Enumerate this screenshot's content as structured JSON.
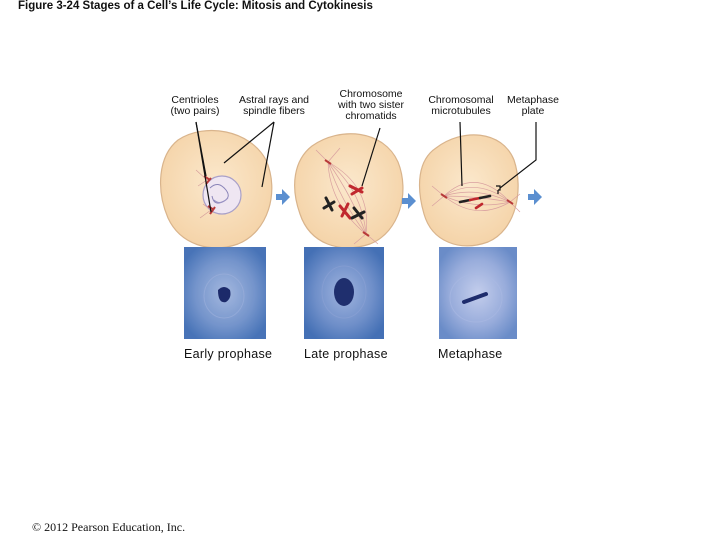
{
  "figure": {
    "title": "Figure 3-24 Stages of a Cell’s Life Cycle: Mitosis and Cytokinesis"
  },
  "labels": {
    "centrioles": "Centrioles\n(two pairs)",
    "astral": "Astral rays and\nspindle fibers",
    "chromosome": "Chromosome\nwith two sister\nchromatids",
    "chromosomal": "Chromosomal\nmicrotubules",
    "metaphase_plate": "Metaphase\nplate"
  },
  "stages": {
    "early": "Early prophase",
    "late": "Late prophase",
    "metaphase": "Metaphase"
  },
  "colors": {
    "cell_fill": "#f8dcb4",
    "cell_stroke": "#d9b48c",
    "micrograph_bg": "#5e86c4",
    "arrow": "#5b8fd0",
    "chromosome_red": "#c0282e",
    "chromosome_dark": "#222222"
  },
  "footer": {
    "copyright": "© 2012 Pearson Education, Inc."
  }
}
